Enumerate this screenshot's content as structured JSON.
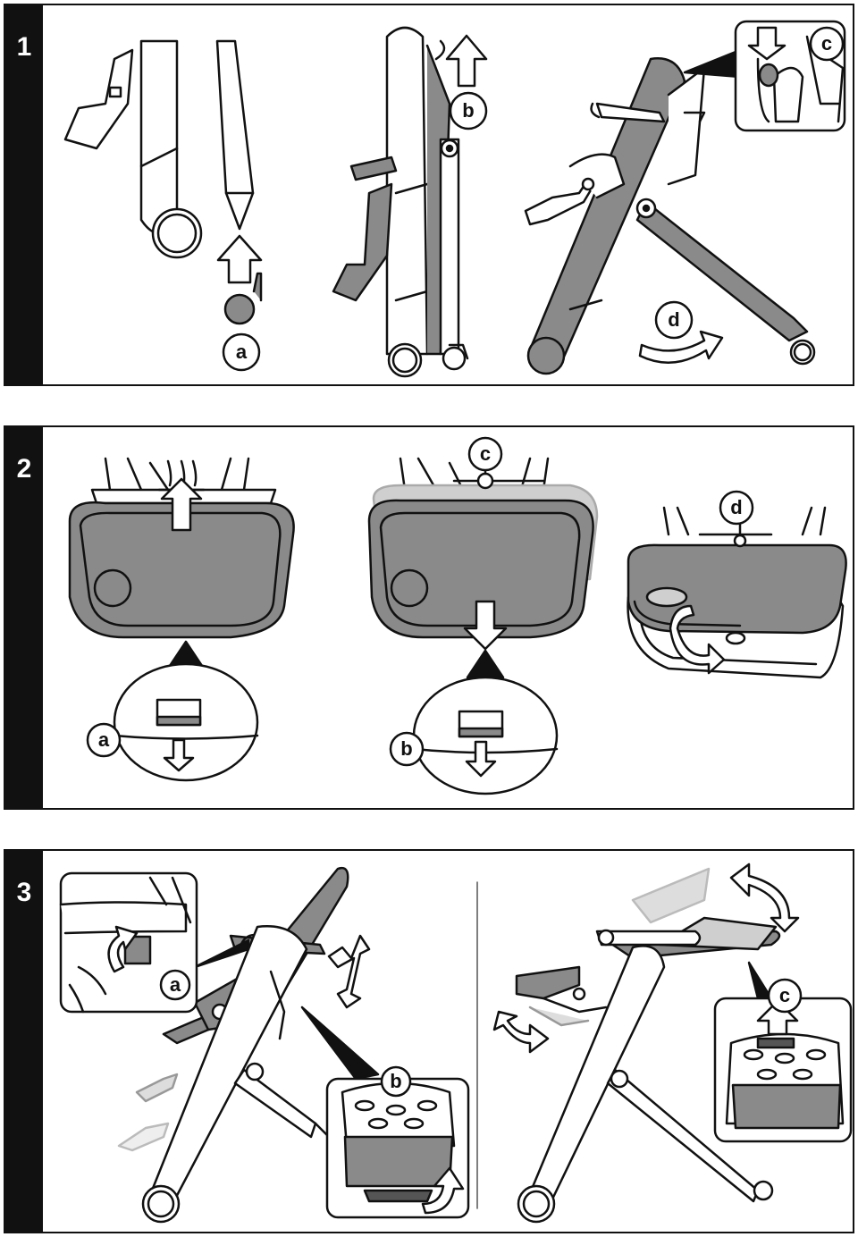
{
  "steps": [
    {
      "number": "1",
      "callouts": [
        "a",
        "b",
        "c",
        "d"
      ]
    },
    {
      "number": "2",
      "callouts": [
        "c",
        "d",
        "a",
        "b"
      ]
    },
    {
      "number": "3",
      "callouts": [
        "a",
        "b",
        "c"
      ]
    }
  ],
  "colors": {
    "line": "#111111",
    "fill_gray": "#8a8a8a",
    "fill_light": "#cfcfcf",
    "background": "#ffffff",
    "bar": "#111111"
  }
}
